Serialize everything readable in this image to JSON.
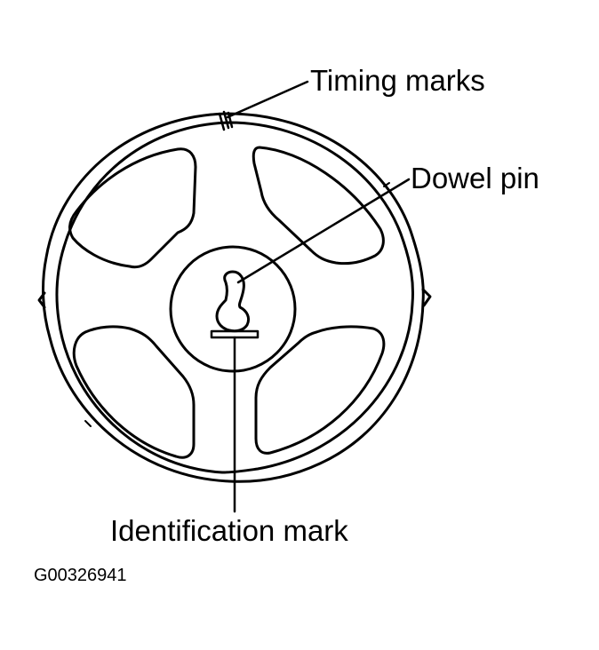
{
  "labels": {
    "timing_marks": "Timing marks",
    "dowel_pin": "Dowel pin",
    "identification_mark": "Identification mark"
  },
  "figure_code": "G00326941",
  "colors": {
    "ink": "#000000",
    "background": "#ffffff"
  }
}
